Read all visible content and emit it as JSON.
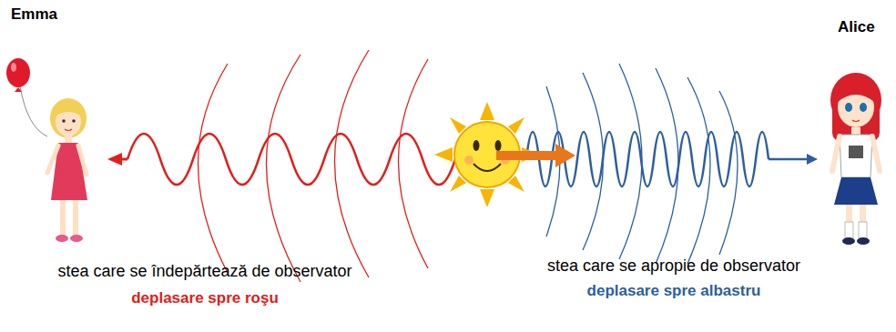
{
  "diagram": {
    "labels": [
      "Emma",
      "Alice",
      "stea care se îndepărtează de observator",
      "deplasare spre roşu",
      "stea care se apropie de observator",
      "deplasare spre albastru"
    ]
  }
}
